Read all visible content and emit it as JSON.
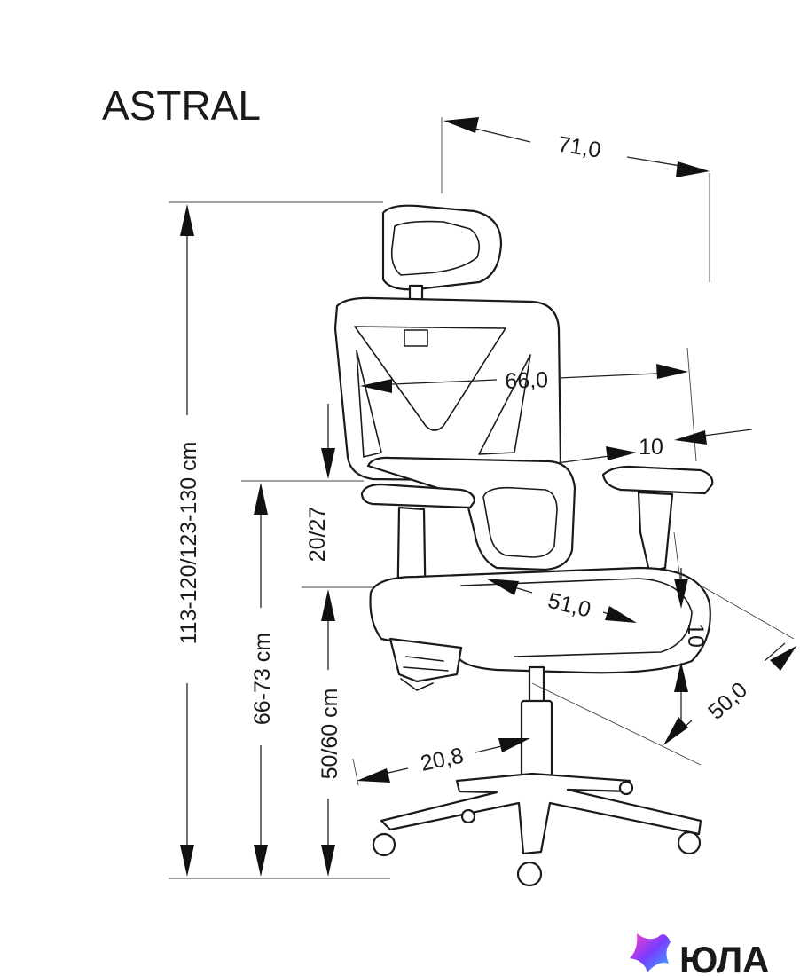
{
  "product": {
    "title": "ASTRAL"
  },
  "brand": {
    "name": "ЮЛА",
    "accent_colors": [
      "#ff3ec8",
      "#7b3cff",
      "#2fb6ff"
    ]
  },
  "dimensions": {
    "total_height": "113-120/123-130 cm",
    "armrest_height": "66-73 cm",
    "seat_height": "50/60 cm",
    "depth": "71,0",
    "back_width": "66,0",
    "armrest_width": "10",
    "armrest_adjust": "20/27",
    "seat_width": "51,0",
    "seat_thickness": "10",
    "seat_depth": "50,0",
    "base_radius": "20,8"
  }
}
